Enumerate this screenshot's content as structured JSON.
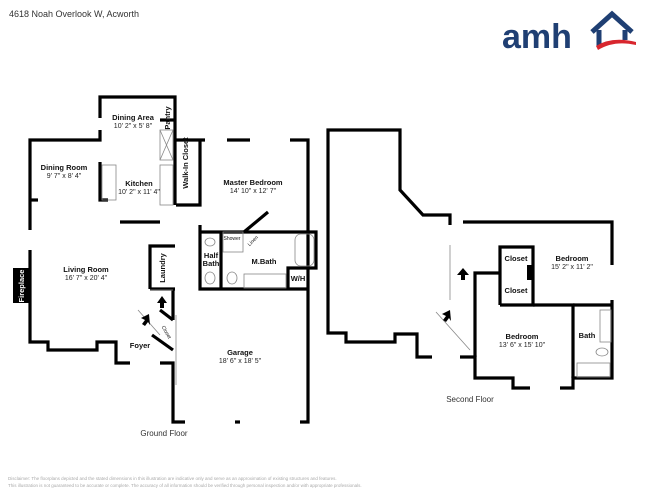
{
  "header": {
    "address": "4618 Noah Overlook W, Acworth"
  },
  "logo": {
    "text": "amh",
    "colors": {
      "navy": "#1f3f73",
      "red": "#d8262e"
    }
  },
  "ground_floor": {
    "label": "Ground Floor",
    "rooms": {
      "dining_area": {
        "name": "Dining Area",
        "dims": "10' 2\" x 5' 8\""
      },
      "pantry": {
        "name": "Pantry"
      },
      "dining_room": {
        "name": "Dining Room",
        "dims": "9' 7\" x 8' 4\""
      },
      "kitchen": {
        "name": "Kitchen",
        "dims": "10' 2\" x 11' 4\""
      },
      "walk_in_closet": {
        "name": "Walk-In Closet"
      },
      "master_bedroom": {
        "name": "Master Bedroom",
        "dims": "14' 10\" x 12' 7\""
      },
      "shower": {
        "name": "Shower"
      },
      "linen": {
        "name": "Linen"
      },
      "half_bath": {
        "name1": "Half",
        "name2": "Bath"
      },
      "m_bath": {
        "name": "M.Bath"
      },
      "wh": {
        "name": "W/H"
      },
      "laundry": {
        "name": "Laundry"
      },
      "living_room": {
        "name": "Living Room",
        "dims": "16' 7\" x 20' 4\""
      },
      "fireplace": {
        "name": "Fireplace"
      },
      "foyer": {
        "name": "Foyer"
      },
      "closet": {
        "name": "Closet"
      },
      "garage": {
        "name": "Garage",
        "dims": "18' 6\" x 18' 5\""
      }
    }
  },
  "second_floor": {
    "label": "Second Floor",
    "rooms": {
      "bedroom1": {
        "name": "Bedroom",
        "dims": "15' 2\" x 11' 2\""
      },
      "closet1": {
        "name": "Closet"
      },
      "closet2": {
        "name": "Closet"
      },
      "bedroom2": {
        "name": "Bedroom",
        "dims": "13' 6\" x 15' 10\""
      },
      "bath": {
        "name": "Bath"
      }
    }
  },
  "disclaimer": {
    "line1": "Disclaimer: The floorplans depicted and the stated dimensions in this illustration are indicative only and serve as an approximation of existing structures and features.",
    "line2": "This illustration is not guaranteed to be accurate or complete. The accuracy of all information should be verified through personal inspection and/or with appropriate professionals."
  }
}
